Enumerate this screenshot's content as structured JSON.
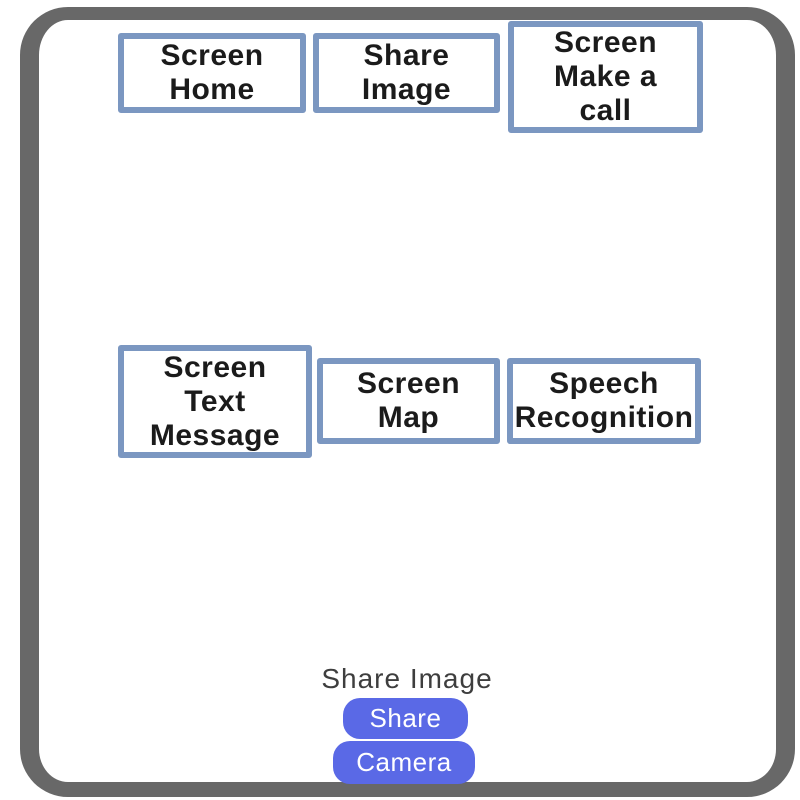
{
  "canvas": {
    "background": "#ffffff"
  },
  "frame": {
    "color": "#686868"
  },
  "colors": {
    "box_border": "#7b97c1",
    "box_fill": "#ffffff",
    "box_text": "#1b1b1b",
    "button_fill": "#5a69e6",
    "button_text": "#ffffff",
    "panel_title_text": "#3e3e3e",
    "frame": "#686868"
  },
  "screen_boxes": [
    {
      "name": "screen-home",
      "label": "Screen\nHome"
    },
    {
      "name": "share-image",
      "label": "Share\nImage"
    },
    {
      "name": "screen-make-a-call",
      "label": "Screen\nMake a\ncall"
    },
    {
      "name": "screen-text-message",
      "label": "Screen\nText\nMessage"
    },
    {
      "name": "screen-map",
      "label": "Screen\nMap"
    },
    {
      "name": "speech-recognition",
      "label": "Speech\nRecognition"
    }
  ],
  "panel": {
    "title": "Share Image",
    "share_button_label": "Share",
    "camera_button_label": "Camera"
  }
}
